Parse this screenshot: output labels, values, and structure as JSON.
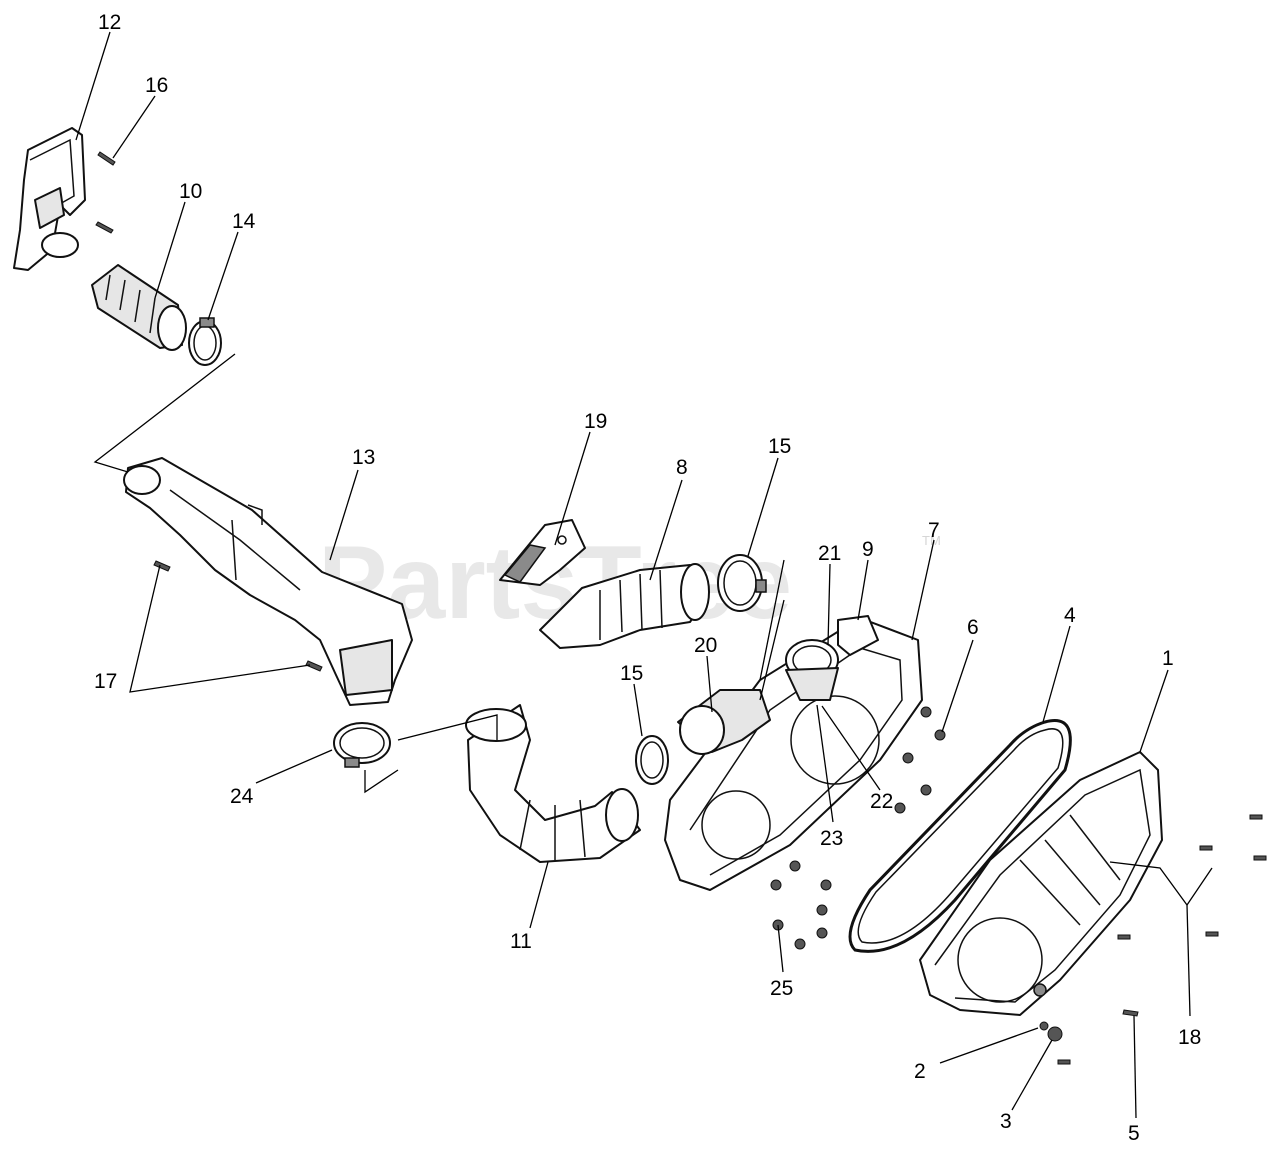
{
  "watermark": {
    "text": "PartsTree",
    "trademark": "TM"
  },
  "callouts": [
    "12",
    "16",
    "10",
    "14",
    "13",
    "19",
    "8",
    "15",
    "21",
    "9",
    "7",
    "17",
    "20",
    "15",
    "6",
    "4",
    "1",
    "24",
    "11",
    "23",
    "22",
    "25",
    "18",
    "2",
    "3",
    "5"
  ]
}
